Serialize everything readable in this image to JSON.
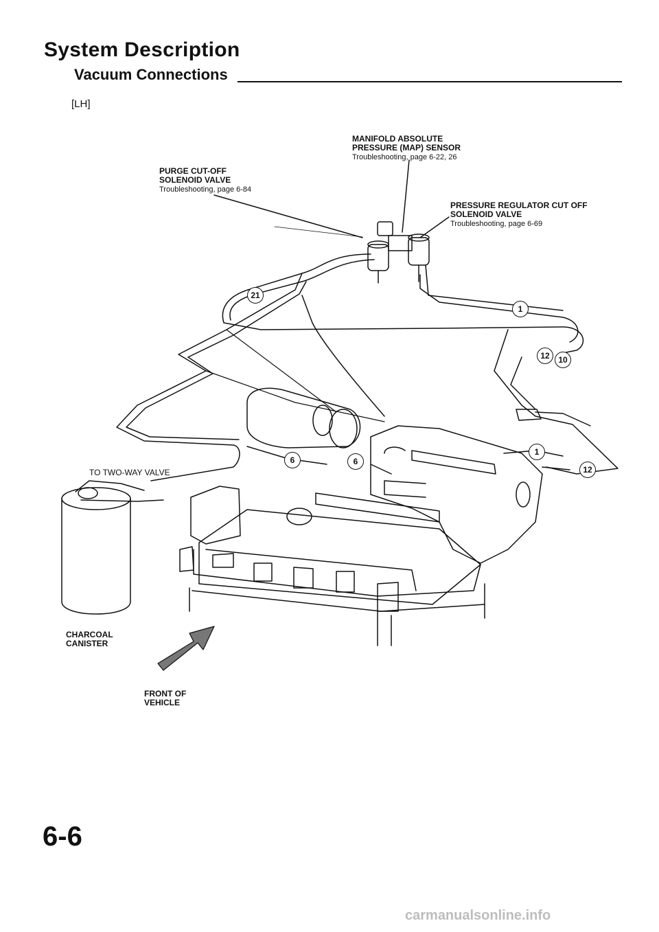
{
  "header": {
    "title": "System Description",
    "subtitle": "Vacuum Connections",
    "variant": "[LH]"
  },
  "labels": {
    "map_sensor": {
      "name": "MANIFOLD ABSOLUTE\nPRESSURE (MAP) SENSOR",
      "ref": "Troubleshooting, page 6-22, 26"
    },
    "purge_valve": {
      "name": "PURGE CUT-OFF\nSOLENOID VALVE",
      "ref": "Troubleshooting, page 6-84"
    },
    "pr_valve": {
      "name": "PRESSURE REGULATOR CUT OFF\nSOLENOID VALVE",
      "ref": "Troubleshooting, page 6-69"
    },
    "two_way": "TO TWO-WAY VALVE",
    "canister": "CHARCOAL\nCANISTER",
    "front": "FRONT OF\nVEHICLE"
  },
  "hose_numbers": [
    "1",
    "6",
    "10",
    "12",
    "21"
  ],
  "footer": {
    "page": "6-6",
    "watermark": "carmanualsonline.info"
  }
}
